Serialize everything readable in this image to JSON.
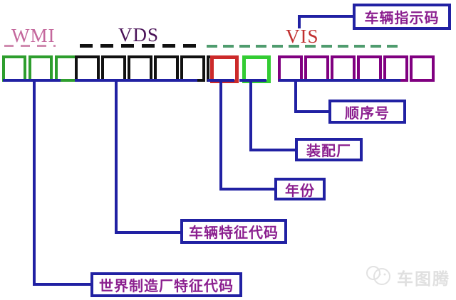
{
  "titles": {
    "wmi": "WMI",
    "vds": "VDS",
    "vis": "VIS"
  },
  "boxes": {
    "wmi": 3,
    "vds": 6,
    "year": 1,
    "plant": 1,
    "sequence": 6
  },
  "dashes": {
    "wmi": 4,
    "vds": 6,
    "vis": 12
  },
  "labels": {
    "vehicle_indicator": "车辆指示码",
    "sequence_number": "顺序号",
    "assembly_plant": "装配厂",
    "year": "年份",
    "vehicle_descriptor": "车辆特征代码",
    "world_manufacturer": "世界制造厂特征代码"
  },
  "watermark": {
    "text": "车图腾"
  },
  "colors": {
    "wmi_title": "#c4679c",
    "vds_title": "#4a1358",
    "vis_title": "#c13030",
    "wmi_dash": "#d08cb0",
    "vis_dash": "#4f9c6e",
    "wmi_box": "#2e9e2e",
    "vds_box": "#111111",
    "year_box": "#cc2a2a",
    "plant_box": "#33cc33",
    "sequence_box": "#800080",
    "connector": "#2121a3",
    "label_text": "#8b1f8f",
    "watermark": "#e0e0e0"
  }
}
